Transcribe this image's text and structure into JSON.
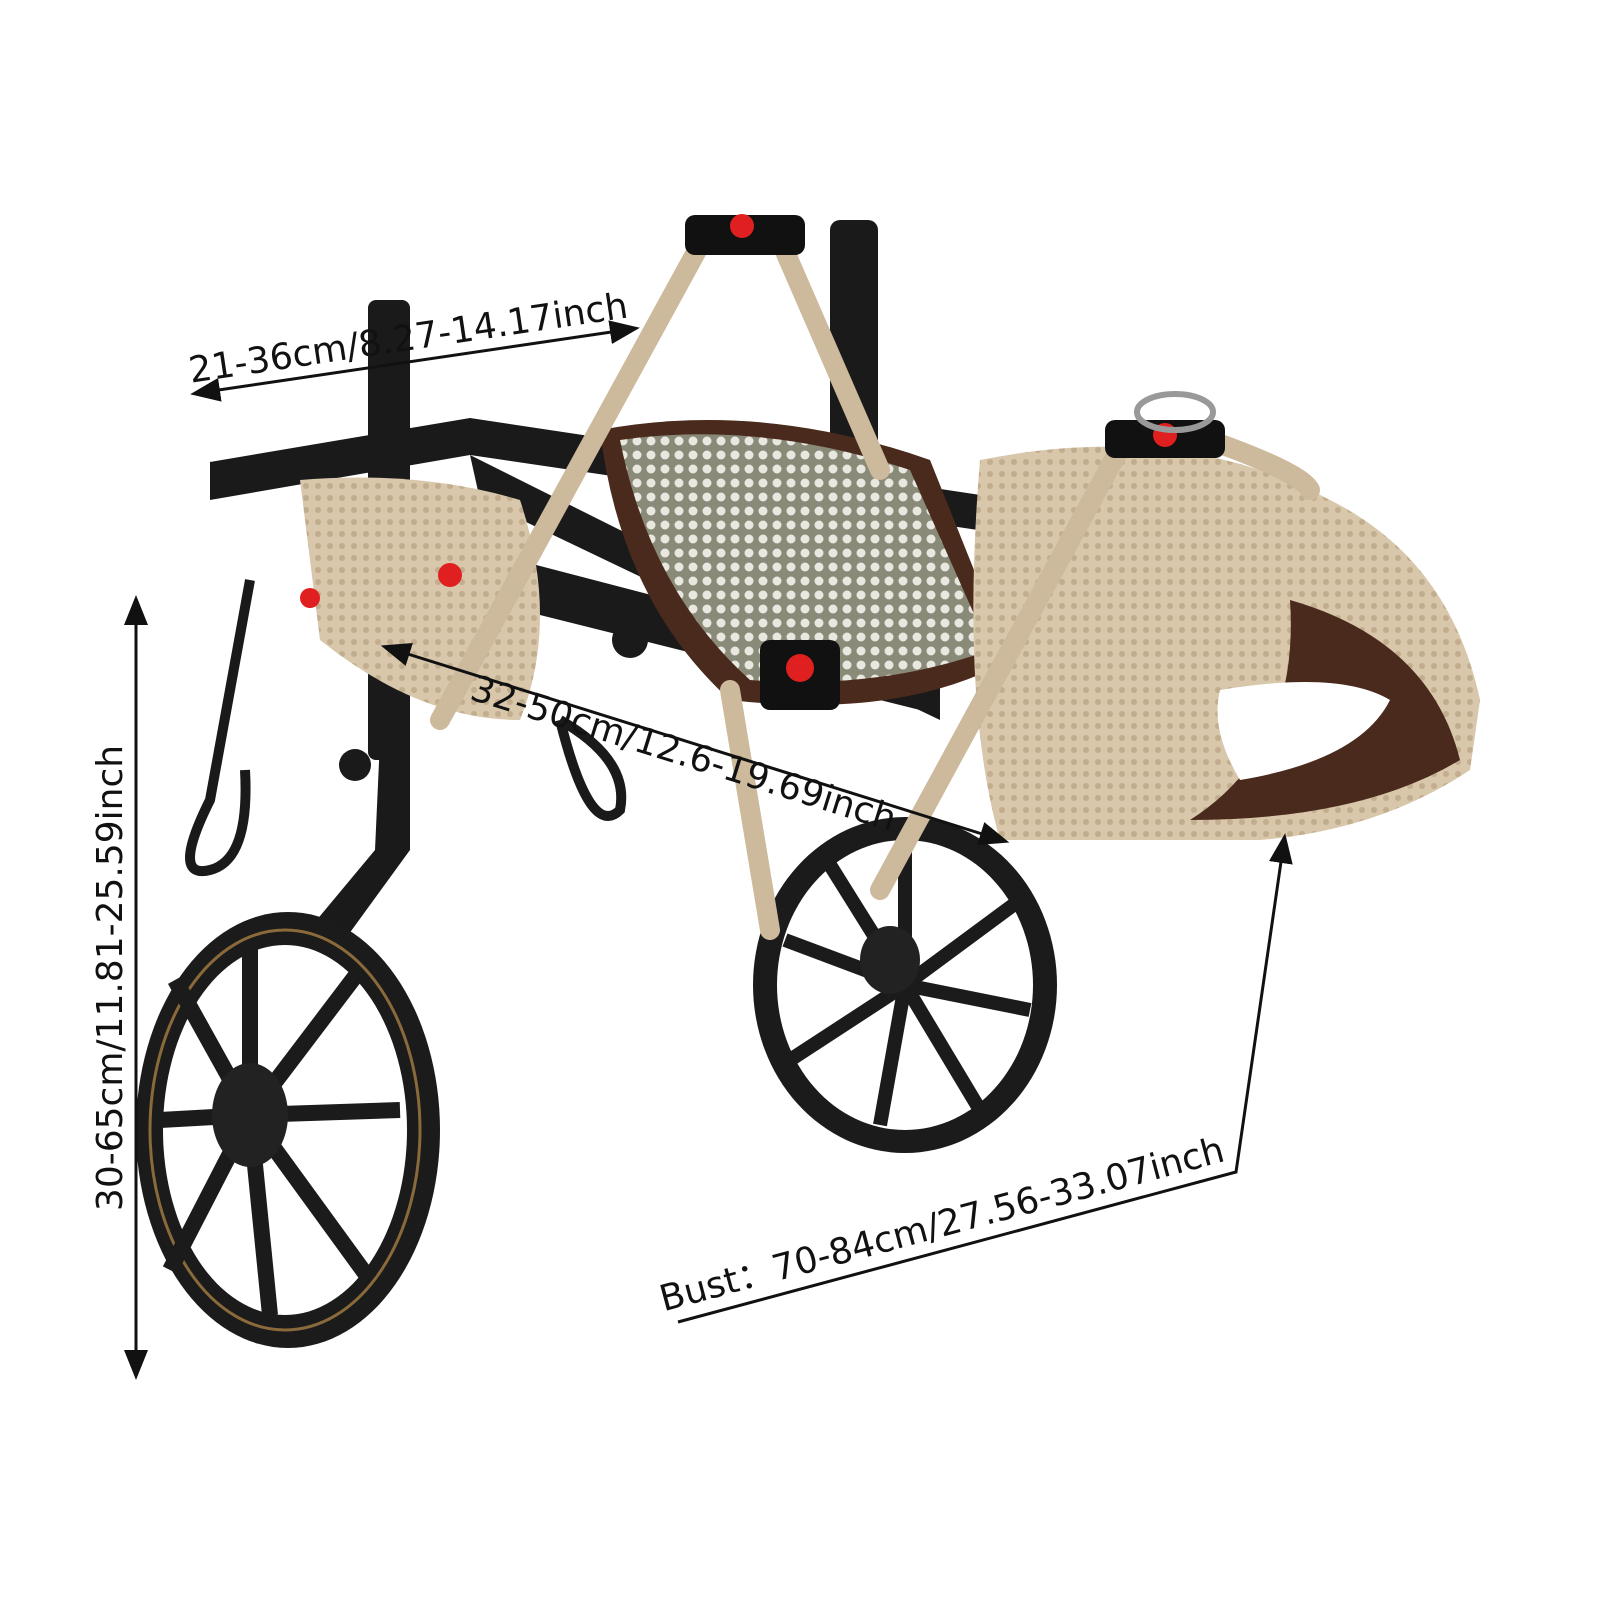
{
  "product": {
    "description_visible": false
  },
  "dimensions": {
    "width": "21-36cm/8.27-14.17inch",
    "length": "32-50cm/12.6-19.69inch",
    "height": "30-65cm/11.81-25.59inch",
    "bust": "Bust：70-84cm/27.56-33.07inch"
  },
  "colors": {
    "frame": "#1a1a1a",
    "harness": "#cdb99c",
    "harness_lining": "#4a2a1c",
    "buckle_accent": "#e02020",
    "wheel_rim_stripe": "#8a6a3a"
  }
}
